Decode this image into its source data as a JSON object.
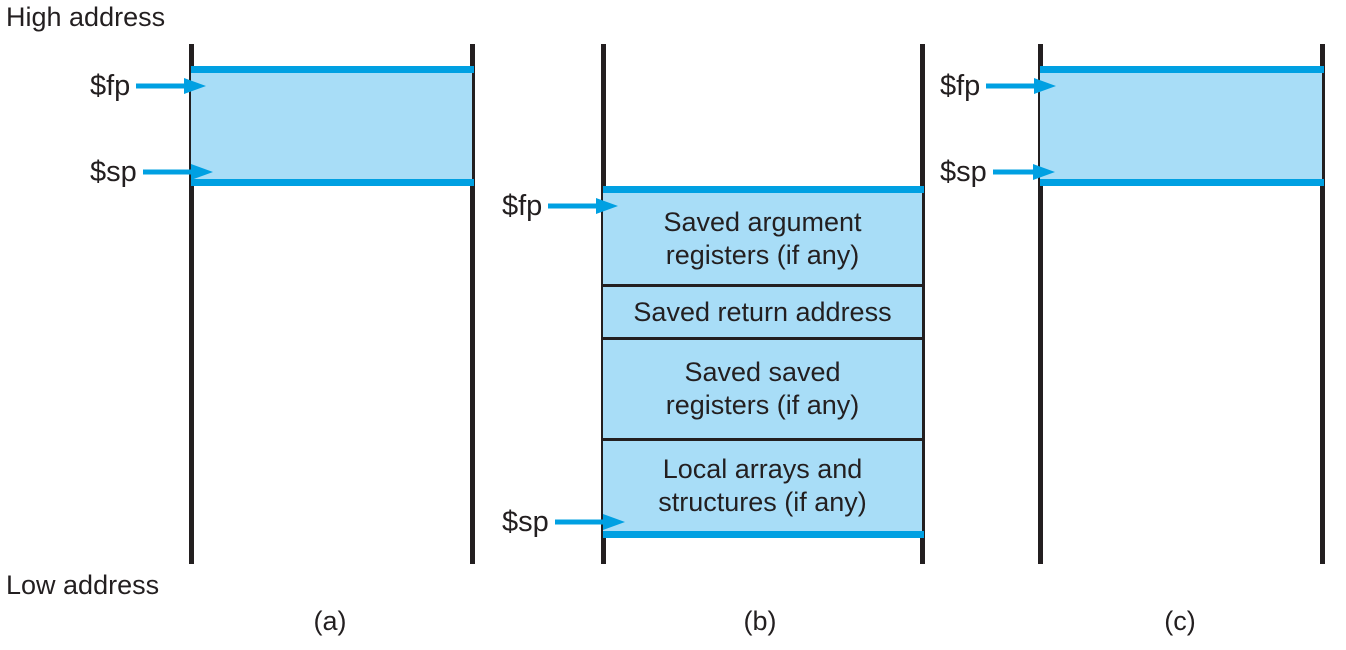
{
  "figure": {
    "high_address_label": "High address",
    "low_address_label": "Low address",
    "colors": {
      "fill": "#a8ddf7",
      "rule": "#00a0e2",
      "wall": "#231f20",
      "text": "#231f20",
      "background": "#ffffff"
    }
  },
  "panels": [
    {
      "caption": "(a)",
      "pointers": [
        {
          "name": "fp",
          "label": "$fp"
        },
        {
          "name": "sp",
          "label": "$sp"
        }
      ],
      "slots": []
    },
    {
      "caption": "(b)",
      "pointers": [
        {
          "name": "fp",
          "label": "$fp"
        },
        {
          "name": "sp",
          "label": "$sp"
        }
      ],
      "slots": [
        {
          "name": "saved-argument-registers",
          "line1": "Saved argument",
          "line2": "registers (if any)"
        },
        {
          "name": "saved-return-address",
          "line1": "Saved return address",
          "line2": ""
        },
        {
          "name": "saved-saved-registers",
          "line1": "Saved saved",
          "line2": "registers (if any)"
        },
        {
          "name": "local-arrays-and-structures",
          "line1": "Local arrays and",
          "line2": "structures (if any)"
        }
      ]
    },
    {
      "caption": "(c)",
      "pointers": [
        {
          "name": "fp",
          "label": "$fp"
        },
        {
          "name": "sp",
          "label": "$sp"
        }
      ],
      "slots": []
    }
  ]
}
